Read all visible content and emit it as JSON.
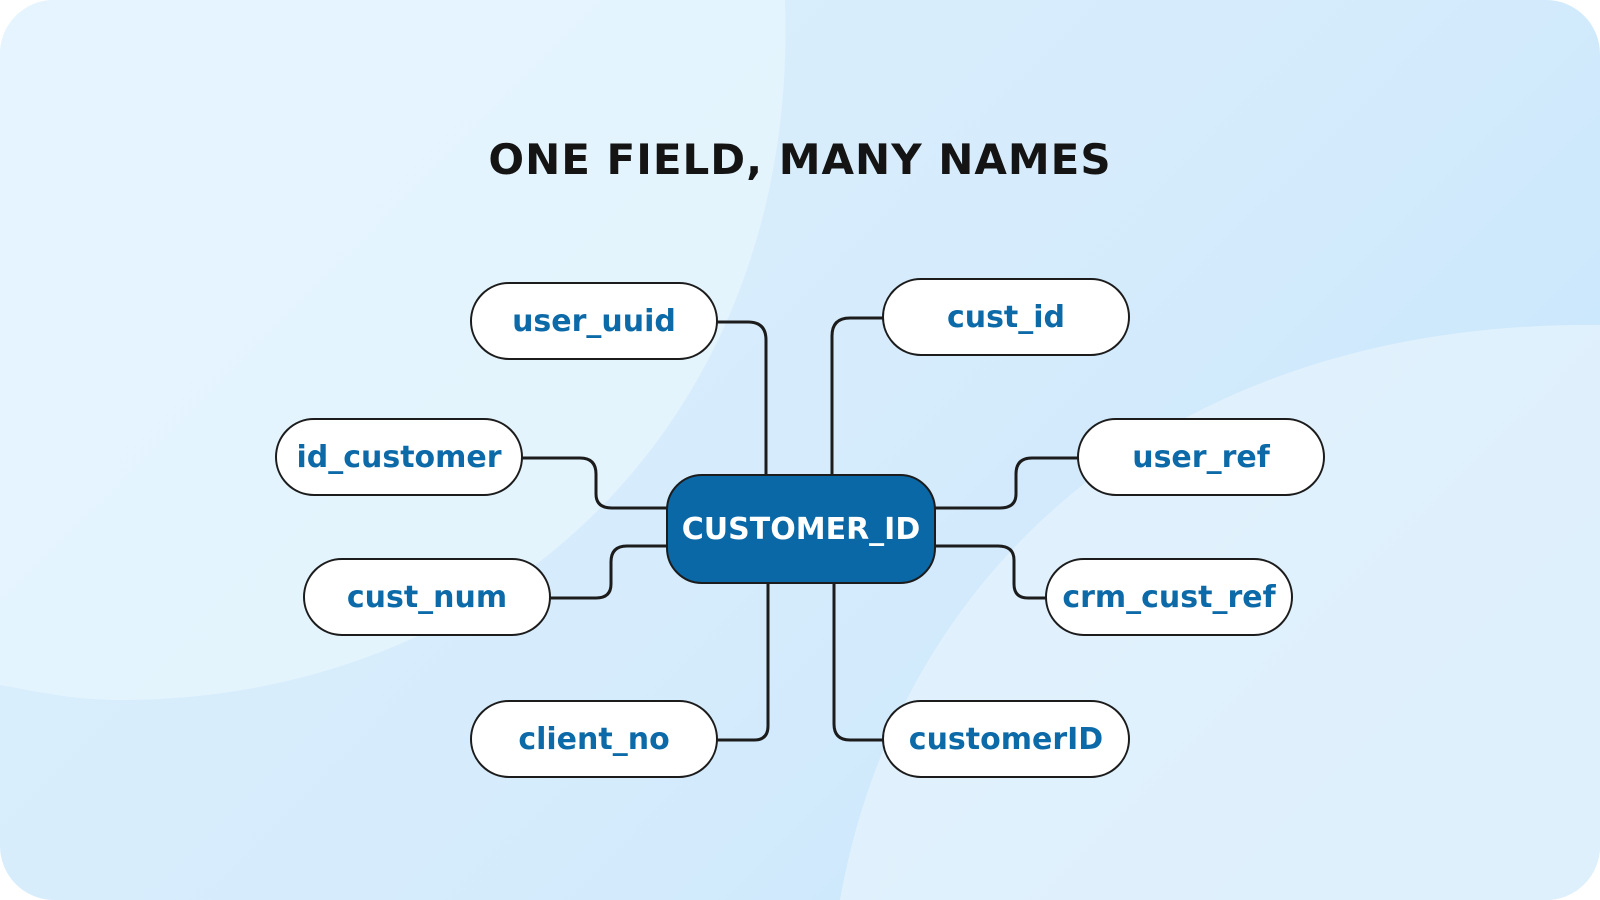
{
  "diagram": {
    "title": "ONE FIELD, MANY NAMES",
    "center_label": "CUSTOMER_ID",
    "left_names": [
      "user_uuid",
      "id_customer",
      "cust_num",
      "client_no"
    ],
    "right_names": [
      "cust_id",
      "user_ref",
      "crm_cust_ref",
      "customerID"
    ]
  },
  "colors": {
    "accent_blue": "#0b68a6",
    "label_blue": "#0d6aa8",
    "background": "#d6ecfc"
  }
}
